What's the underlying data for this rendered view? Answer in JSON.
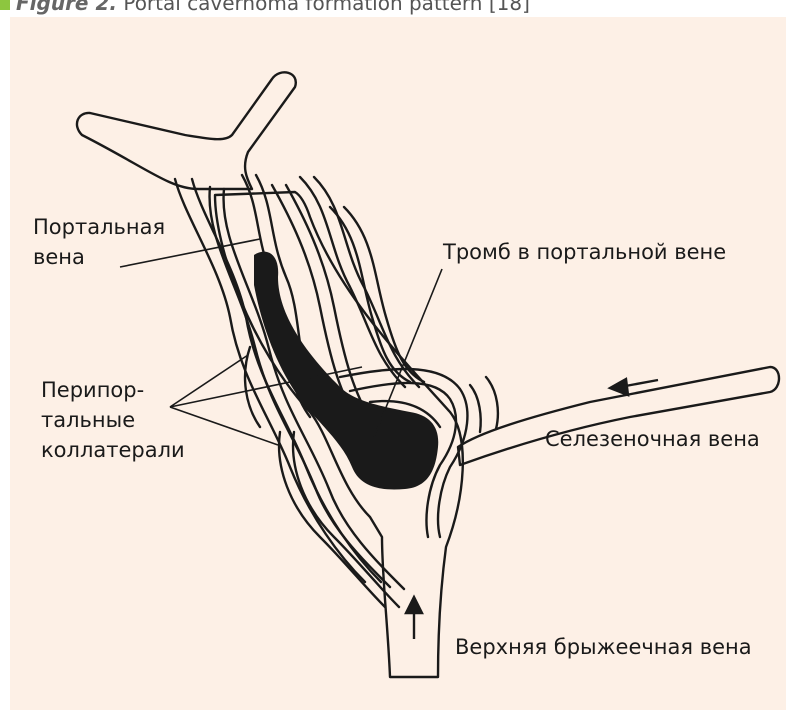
{
  "caption": {
    "figure_label": "Figure 2.",
    "text": "Portal cavernoma formation pattern [18]"
  },
  "labels": {
    "portal_vein_line1": "Портальная",
    "portal_vein_line2": "вена",
    "thrombus": "Тромб в портальной вене",
    "periportal_line1": "Перипор-",
    "periportal_line2": "тальные",
    "periportal_line3": "коллатерали",
    "splenic_vein": "Селезеночная вена",
    "superior_mesenteric_vein": "Верхняя брыжеечная вена"
  },
  "colors": {
    "background": "#fdf0e6",
    "ink": "#1a1a1a",
    "marker": "#8dc63f"
  }
}
